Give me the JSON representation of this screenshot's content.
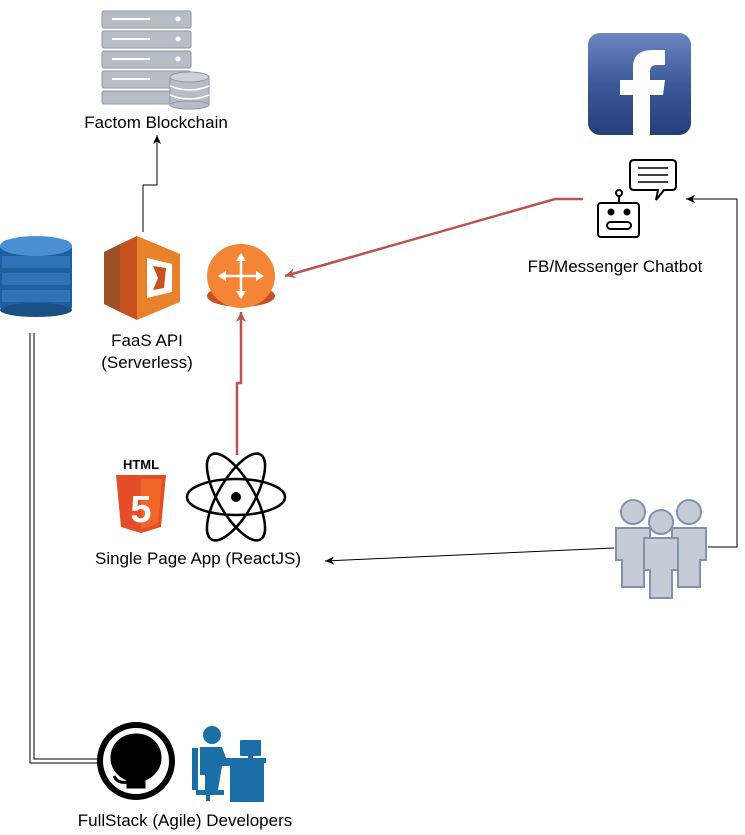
{
  "nodes": {
    "blockchain": {
      "label": "Factom Blockchain",
      "icon": "server-database-icon"
    },
    "faas": {
      "label_line1": "FaaS API",
      "label_line2": "(Serverless)",
      "icon": "aws-lambda-icon"
    },
    "gateway": {
      "icon": "api-gateway-router-icon"
    },
    "dynamodb": {
      "icon": "dynamodb-icon"
    },
    "chatbot": {
      "label": "FB/Messenger Chatbot",
      "icon": "chatbot-robot-icon"
    },
    "facebook": {
      "icon": "facebook-logo-icon"
    },
    "spa": {
      "label": "Single Page App (ReactJS)",
      "icon_html_text": "HTML",
      "icon_html_digit": "5",
      "icon": "react-atom-icon"
    },
    "users": {
      "icon": "users-group-icon"
    },
    "developers": {
      "label": "FullStack (Agile) Developers",
      "icon": "github-icon"
    }
  },
  "colors": {
    "lambda_orange": "#E8812A",
    "gateway_orange": "#F58536",
    "dynamo_blue": "#2E73B8",
    "html5_orange": "#E44D26",
    "facebook_blue": "#3B5998",
    "dev_blue": "#1A6FA6",
    "users_gray": "#C5CCD6",
    "users_stroke": "#8193B0",
    "red_edge": "#B85450"
  }
}
